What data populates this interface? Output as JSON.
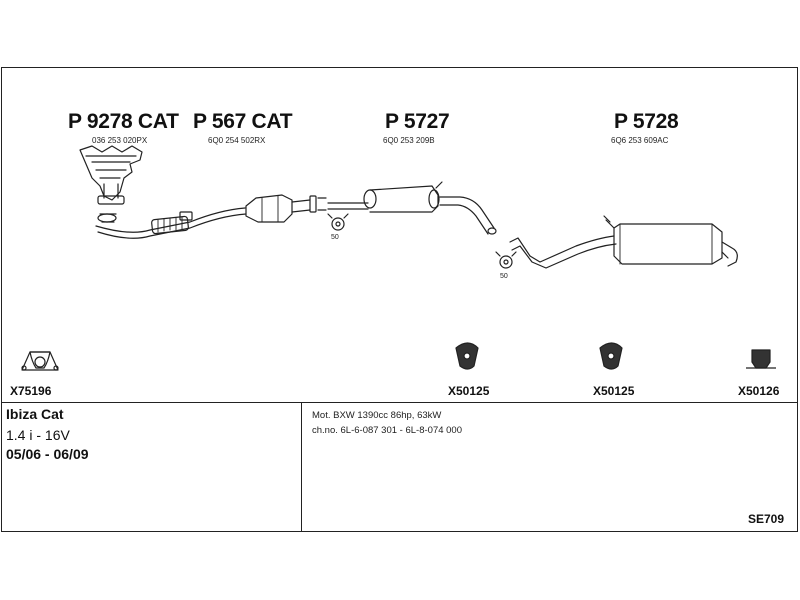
{
  "parts": [
    {
      "part_no": "P 9278 CAT",
      "oem": "036 253 020PX"
    },
    {
      "part_no": "P 567 CAT",
      "oem": "6Q0 254 502RX"
    },
    {
      "part_no": "P 5727",
      "oem": "6Q0 253 209B"
    },
    {
      "part_no": "P 5728",
      "oem": "6Q6 253 609AC"
    }
  ],
  "clamp_sizes": [
    "50",
    "50"
  ],
  "fittings": [
    {
      "code": "X75196",
      "icon": "gasket-icon"
    },
    {
      "code": "X50125",
      "icon": "rubber-hanger-icon"
    },
    {
      "code": "X50125",
      "icon": "rubber-hanger-icon"
    },
    {
      "code": "X50126",
      "icon": "hanger-bracket-icon"
    }
  ],
  "vehicle": {
    "model": "Ibiza Cat",
    "engine": "1.4 i - 16V",
    "years": "05/06 - 06/09"
  },
  "details": {
    "motor": "Mot. BXW 1390cc 86hp, 63kW",
    "chassis": "ch.no. 6L-6-087 301 - 6L-8-074 000"
  },
  "system_code": "SE709"
}
